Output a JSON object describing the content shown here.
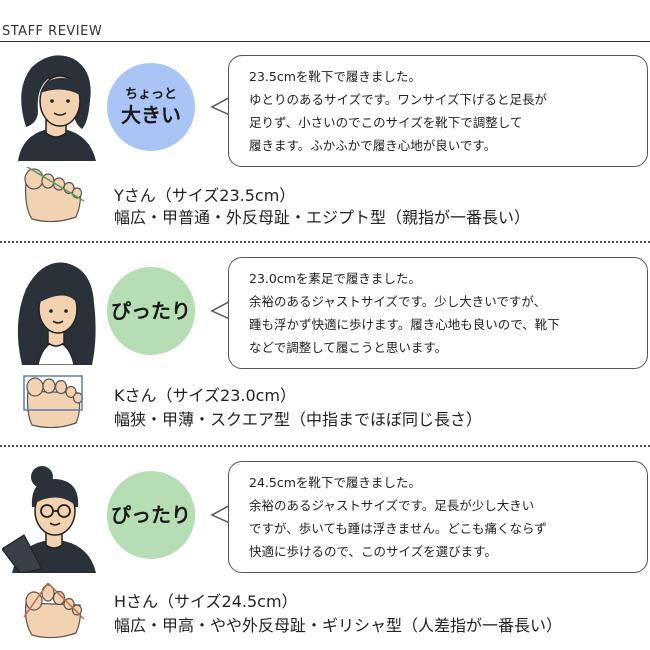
{
  "header": {
    "title": "STAFF REVIEW"
  },
  "colors": {
    "badge_blue": "#a9c4f5",
    "badge_green": "#b6ddb4",
    "skin": "#f3d2b2",
    "line": "#555555",
    "hair": "#2b3138"
  },
  "reviews": [
    {
      "badge": {
        "small": "ちょっと",
        "large": "大きい"
      },
      "comment": [
        "23.5cmを靴下で履きました。",
        "ゆとりのあるサイズです。ワンサイズ下げると足長が",
        "足りず、小さいのでこのサイズを靴下で調整して",
        "履きます。ふかふかで履き心地が良いです。"
      ],
      "name": "Yさん（サイズ23.5cm）",
      "foot_type": "幅広・甲普通・外反母趾・エジプト型（親指が一番長い）"
    },
    {
      "badge": {
        "small": "",
        "large": "ぴったり"
      },
      "comment": [
        "23.0cmを素足で履きました。",
        "余裕のあるジャストサイズです。少し大きいですが、",
        "踵も浮かず快適に歩けます。履き心地も良いので、靴下",
        "などで調整して履こうと思います。"
      ],
      "name": "Kさん（サイズ23.0cm）",
      "foot_type": "幅狭・甲薄・スクエア型（中指までほぼ同じ長さ）"
    },
    {
      "badge": {
        "small": "",
        "large": "ぴったり"
      },
      "comment": [
        "24.5cmを靴下で履きました。",
        "余裕のあるジャストサイズです。足長が少し大きい",
        "ですが、歩いても踵は浮きません。どこも痛くならず",
        "快適に歩けるので、このサイズを選びます。"
      ],
      "name": "Hさん（サイズ24.5cm）",
      "foot_type": "幅広・甲高・やや外反母趾・ギリシャ型（人差指が一番長い）"
    }
  ]
}
